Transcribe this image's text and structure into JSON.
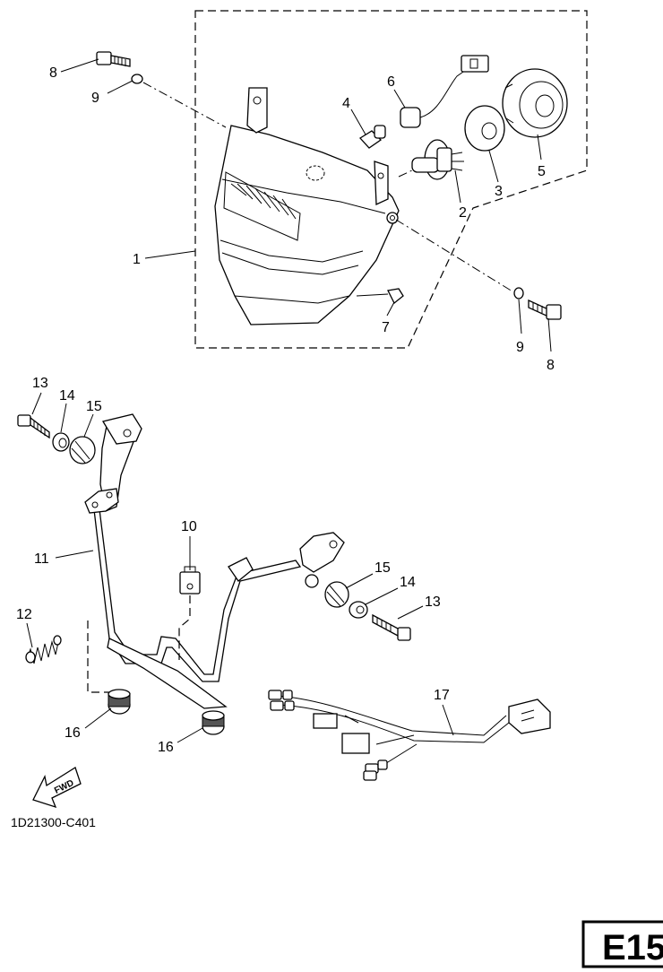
{
  "callouts": {
    "c1": "1",
    "c2": "2",
    "c3": "3",
    "c4": "4",
    "c5": "5",
    "c6": "6",
    "c7": "7",
    "c8a": "8",
    "c9a": "9",
    "c8b": "8",
    "c9b": "9",
    "c10": "10",
    "c11": "11",
    "c12": "12",
    "c13a": "13",
    "c14a": "14",
    "c15a": "15",
    "c15b": "15",
    "c14b": "14",
    "c13b": "13",
    "c16a": "16",
    "c16b": "16",
    "c17": "17"
  },
  "fwd_label": "FWD",
  "diagram_code": "1D21300-C401",
  "page_badge": "E15"
}
